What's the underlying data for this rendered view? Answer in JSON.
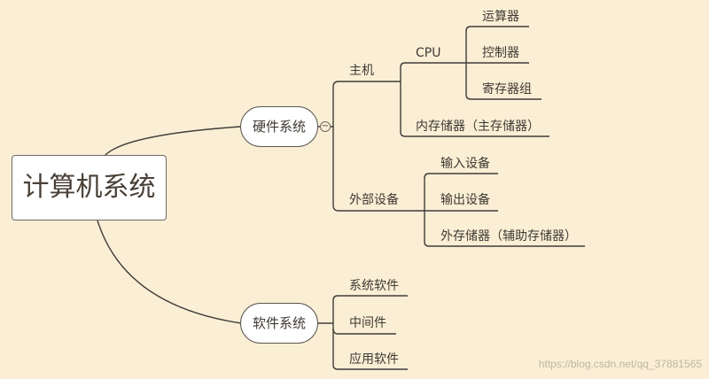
{
  "root": {
    "label": "计算机系统"
  },
  "hardware": {
    "label": "硬件系统",
    "collapse_symbol": "−",
    "host": {
      "label": "主机",
      "cpu": {
        "label": "CPU",
        "children": [
          "运算器",
          "控制器",
          "寄存器组"
        ]
      },
      "memory": "内存储器（主存储器）"
    },
    "external": {
      "label": "外部设备",
      "children": [
        "输入设备",
        "输出设备",
        "外存储器（辅助存储器）"
      ]
    }
  },
  "software": {
    "label": "软件系统",
    "children": [
      "系统软件",
      "中间件",
      "应用软件"
    ]
  },
  "watermark": "https://blog.csdn.net/qq_37881565",
  "colors": {
    "background": "#faeed5",
    "line": "#3f3c38",
    "node_fill": "#ffffff"
  }
}
